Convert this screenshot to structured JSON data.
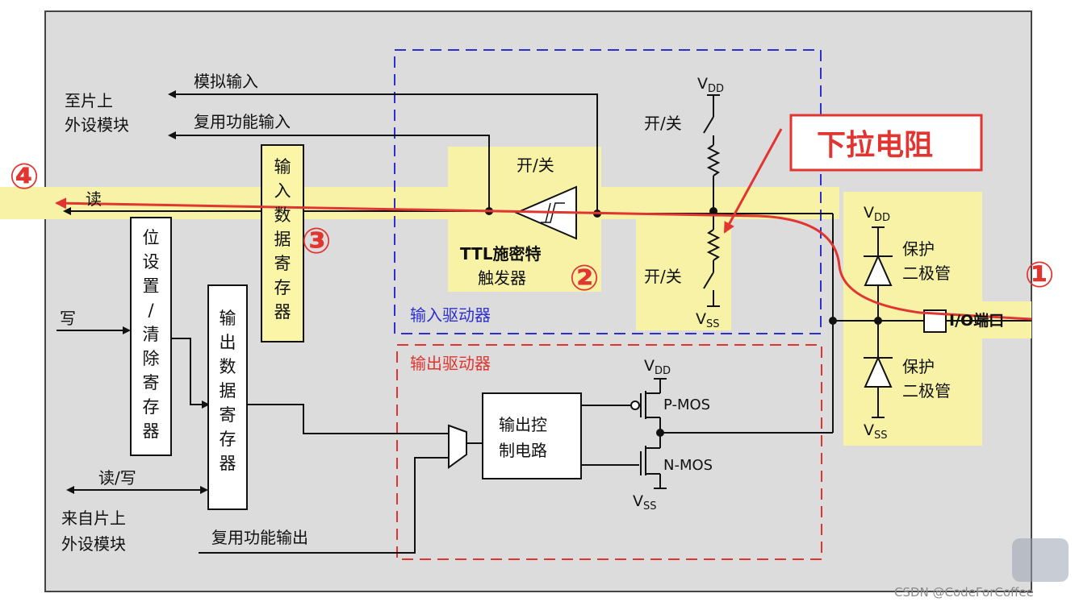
{
  "labels": {
    "on_chip_peripheral": [
      "至片上",
      "外设模块"
    ],
    "analog_input": "模拟输入",
    "alt_func_input": "复用功能输入",
    "read": "读",
    "write": "写",
    "read_write": "读/写",
    "from_chip_peripheral": [
      "来自片上",
      "外设模块"
    ],
    "alt_func_output": "复用功能输出",
    "input_data_register": [
      "输",
      "入",
      "数",
      "据",
      "寄",
      "存",
      "器"
    ],
    "bit_set_clear_register": [
      "位",
      "设",
      "置",
      "/",
      "清",
      "除",
      "寄",
      "存",
      "器"
    ],
    "output_data_register": [
      "输",
      "出",
      "数",
      "据",
      "寄",
      "存",
      "器"
    ],
    "schmitt_trigger": [
      "TTL施密特",
      "触发器"
    ],
    "switch_top": "开/关",
    "switch_pullup": "开/关",
    "switch_pulldown": "开/关",
    "input_driver": "输入驱动器",
    "output_driver": "输出驱动器",
    "output_control": [
      "输出控",
      "制电路"
    ],
    "pmos": "P-MOS",
    "nmos": "N-MOS",
    "vdd": "V",
    "vdd_sub": "DD",
    "vss": "V",
    "vss_sub": "SS",
    "protect_diode_top": [
      "保护",
      "二极管"
    ],
    "protect_diode_bottom": [
      "保护",
      "二极管"
    ],
    "io_port": "I/O端口",
    "pulldown_resistor": "下拉电阻",
    "markers": [
      "①",
      "②",
      "③",
      "④"
    ],
    "watermark": "CSDN @CodeForCoffee"
  },
  "colors": {
    "highlight": "#f7f2a6",
    "red_path": "#e03530",
    "blue_box": "#2f2fd0",
    "red_box": "#e03530",
    "panel": "#dcdcdc",
    "register_fill": "#fbf5a8"
  }
}
